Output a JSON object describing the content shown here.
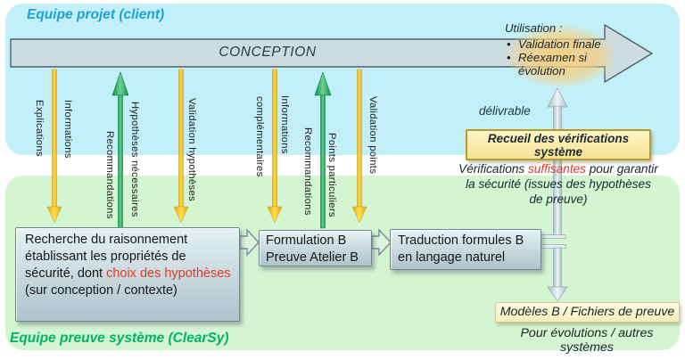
{
  "colors": {
    "cyan_bg": "#c3f0f8",
    "green_bg": "#d4f5d2",
    "band_title_blue": "#1aa3d4",
    "band_title_green": "#00b268",
    "red_accent": "#e0382a",
    "text_dark": "#1c1c1c",
    "big_arrow_fill": "#cddce0",
    "big_arrow_border": "#4e6067",
    "box_border": "#72858c",
    "cream_border": "#b59b2e",
    "pale_border": "#d6c88c",
    "gold_arrow": "#ffd400",
    "green_arrow": "#00a04c",
    "gray_arrow": "#c3d3d9",
    "glow": "#f7cf7e"
  },
  "client_band": {
    "title": "Equipe projet (client)",
    "conception_label": "CONCEPTION",
    "utilisation": {
      "title": "Utilisation :",
      "items": [
        "Validation finale",
        "Réexamen si évolution"
      ]
    },
    "delivrable_label": "délivrable"
  },
  "flows": {
    "explications": "Explications",
    "informations1": "Informations",
    "recommandations1": "Recommandations",
    "hypotheses_necessaires": "Hypothèses nécessaires",
    "validation_hypotheses": "Validation hypothèses",
    "complementaires": "complémentaires",
    "informations2": "Informations",
    "recommandations2": "Recommandations",
    "points_particuliers": "Points particuliers",
    "validation_points": "Validation points"
  },
  "prover_band": {
    "title": "Equipe preuve système (ClearSy)",
    "boxes": {
      "recherche": {
        "t1": "Recherche du raisonnement établissant les propriétés de sécurité, dont ",
        "t2": "choix des hypothèses",
        "t3": " (sur conception / contexte)"
      },
      "formulation": {
        "line1": "Formulation B",
        "line2": "Preuve Atelier B"
      },
      "traduction": {
        "line1": "Traduction formules B",
        "line2": "en langage naturel"
      }
    }
  },
  "right_column": {
    "recueil": {
      "line1": "Recueil des vérifications",
      "line2": "système"
    },
    "verifications": {
      "t1": "Vérifications ",
      "t2": "suffisantes",
      "t3": " pour garantir la sécurité (issues des hypothèses de preuve)"
    },
    "modeles_label": "Modèles B / Fichiers de preuve",
    "pour_evolutions_label": "Pour évolutions / autres systèmes"
  }
}
